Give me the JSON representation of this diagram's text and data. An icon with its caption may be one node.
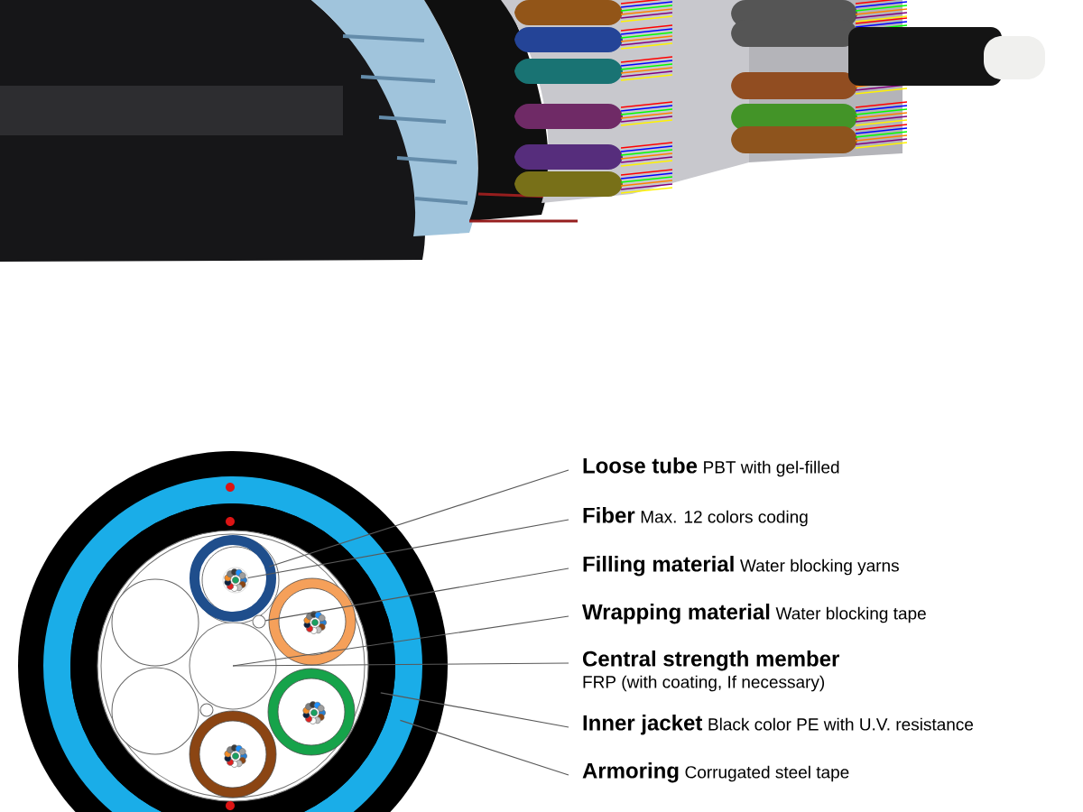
{
  "diagram": {
    "nodes": [
      {
        "text": [],
        "shape": "circle"
      },
      {
        "text": [],
        "shape": "circle",
        "in": 0
      },
      {
        "text": [],
        "shape": "circle",
        "in": 1
      },
      {
        "text": [],
        "shape": "circle",
        "in": 2
      },
      {
        "text": [],
        "shape": "circle",
        "in": 3
      },
      {
        "text": [],
        "shape": "circle",
        "in": 2
      },
      {
        "text": [],
        "shape": "circle",
        "in": 2
      },
      {
        "text": [
          "Loose tube",
          "PBT with gel-filled"
        ]
      },
      {
        "text": [
          "Fiber",
          "Max. 12 colors coding"
        ]
      },
      {
        "text": [
          "Filling material",
          "Water blocking yarns"
        ]
      },
      {
        "text": [
          "Wrapping material",
          "Water blocking tape"
        ]
      },
      {
        "text": [
          "Central strength member",
          "FRP (with coating, If necessary)"
        ]
      },
      {
        "text": [
          "Inner jacket",
          "Black color PE with U.V. resistance"
        ]
      },
      {
        "text": [
          "Armoring",
          "Corrugated steel tape"
        ]
      }
    ],
    "edges": [
      {
        "from": 7,
        "to": 3,
        "arrow": "none"
      },
      {
        "from": 8,
        "to": 4,
        "arrow": "none"
      },
      {
        "from": 9,
        "to": 5,
        "arrow": "none"
      },
      {
        "from": 10,
        "to": 2,
        "arrow": "none"
      },
      {
        "from": 11,
        "to": 6,
        "arrow": "none"
      },
      {
        "from": 12,
        "to": 1,
        "arrow": "none"
      },
      {
        "from": 13,
        "to": 0,
        "arrow": "none"
      }
    ]
  }
}
